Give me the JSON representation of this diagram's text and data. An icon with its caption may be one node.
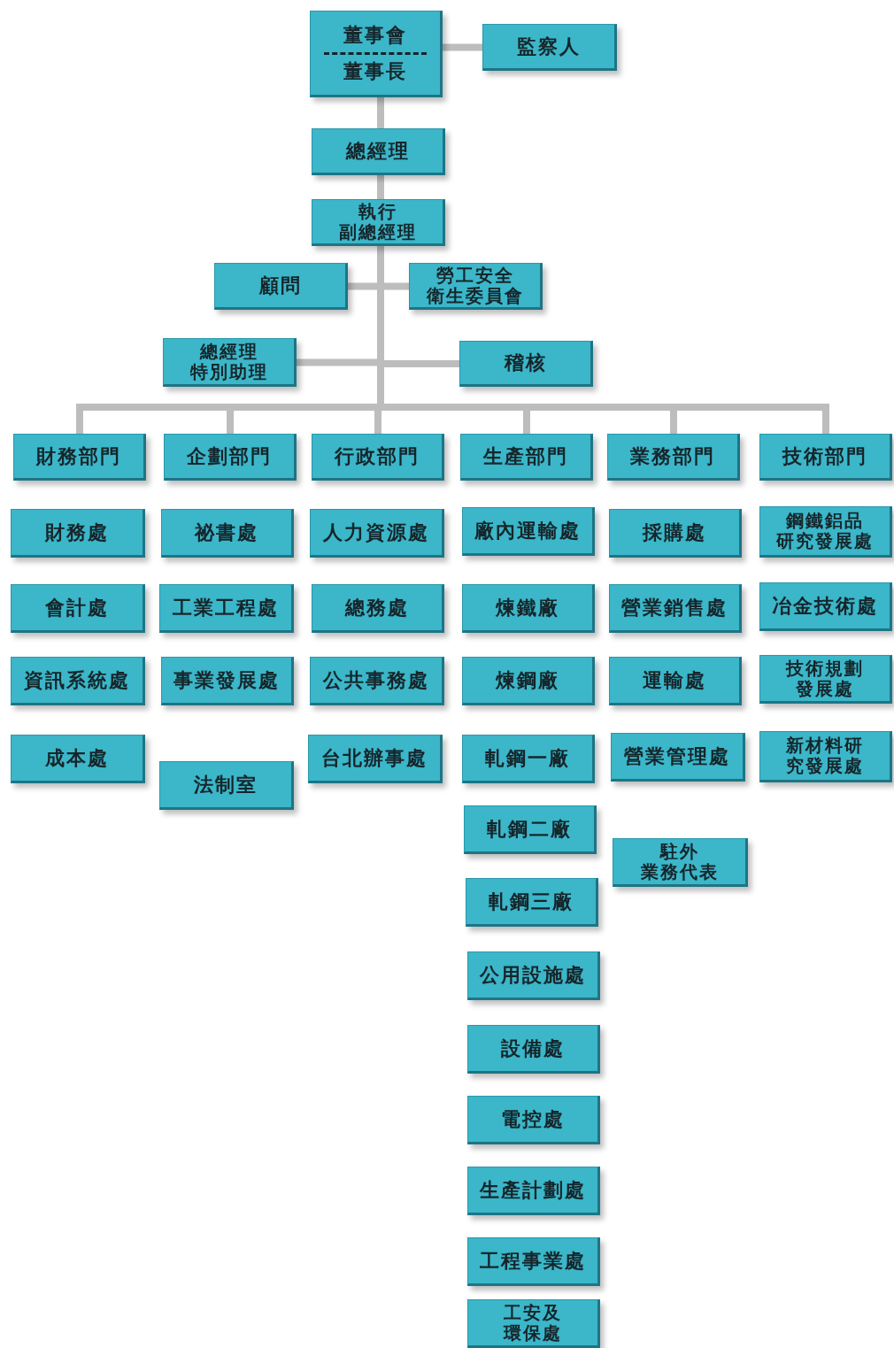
{
  "diagram": {
    "nodes": [
      {
        "text": [
          "董事會",
          "董事長"
        ]
      },
      {
        "text": [
          "監察人"
        ]
      },
      {
        "text": [
          "總經理"
        ]
      },
      {
        "text": [
          "執行副總經理"
        ]
      },
      {
        "text": [
          "顧問"
        ]
      },
      {
        "text": [
          "勞工安全衛生委員會"
        ]
      },
      {
        "text": [
          "總經理特別助理"
        ]
      },
      {
        "text": [
          "稽核"
        ]
      },
      {
        "text": [
          "財務部門"
        ]
      },
      {
        "text": [
          "企劃部門"
        ]
      },
      {
        "text": [
          "行政部門"
        ]
      },
      {
        "text": [
          "生產部門"
        ]
      },
      {
        "text": [
          "業務部門"
        ]
      },
      {
        "text": [
          "技術部門"
        ]
      },
      {
        "text": [
          "財務處"
        ]
      },
      {
        "text": [
          "會計處"
        ]
      },
      {
        "text": [
          "資訊系統處"
        ]
      },
      {
        "text": [
          "成本處"
        ]
      },
      {
        "text": [
          "祕書處"
        ]
      },
      {
        "text": [
          "工業工程處"
        ]
      },
      {
        "text": [
          "事業發展處"
        ]
      },
      {
        "text": [
          "法制室"
        ]
      },
      {
        "text": [
          "人力資源處"
        ]
      },
      {
        "text": [
          "總務處"
        ]
      },
      {
        "text": [
          "公共事務處"
        ]
      },
      {
        "text": [
          "台北辦事處"
        ]
      },
      {
        "text": [
          "廠內運輸處"
        ]
      },
      {
        "text": [
          "煉鐵廠"
        ]
      },
      {
        "text": [
          "煉鋼廠"
        ]
      },
      {
        "text": [
          "軋鋼一廠"
        ]
      },
      {
        "text": [
          "軋鋼二廠"
        ]
      },
      {
        "text": [
          "軋鋼三廠"
        ]
      },
      {
        "text": [
          "公用設施處"
        ]
      },
      {
        "text": [
          "設備處"
        ]
      },
      {
        "text": [
          "電控處"
        ]
      },
      {
        "text": [
          "生產計劃處"
        ]
      },
      {
        "text": [
          "工程事業處"
        ]
      },
      {
        "text": [
          "工安及環保處"
        ]
      },
      {
        "text": [
          "採購處"
        ]
      },
      {
        "text": [
          "營業銷售處"
        ]
      },
      {
        "text": [
          "運輸處"
        ]
      },
      {
        "text": [
          "營業管理處"
        ]
      },
      {
        "text": [
          "駐外業務代表"
        ]
      },
      {
        "text": [
          "鋼鐵鋁品研究發展處"
        ]
      },
      {
        "text": [
          "冶金技術處"
        ]
      },
      {
        "text": [
          "技術規劃發展處"
        ]
      },
      {
        "text": [
          "新材料研究發展處"
        ]
      }
    ],
    "edges": [
      {
        "from": 0,
        "to": 1,
        "arrow": "none"
      },
      {
        "from": 0,
        "to": 2,
        "arrow": "none"
      },
      {
        "from": 2,
        "to": 3,
        "arrow": "none"
      },
      {
        "from": 3,
        "to": 4,
        "arrow": "none"
      },
      {
        "from": 3,
        "to": 5,
        "arrow": "none"
      },
      {
        "from": 3,
        "to": 6,
        "arrow": "none"
      },
      {
        "from": 3,
        "to": 7,
        "arrow": "none"
      },
      {
        "from": 3,
        "to": 8,
        "arrow": "none"
      },
      {
        "from": 3,
        "to": 9,
        "arrow": "none"
      },
      {
        "from": 3,
        "to": 10,
        "arrow": "none"
      },
      {
        "from": 3,
        "to": 11,
        "arrow": "none"
      },
      {
        "from": 3,
        "to": 12,
        "arrow": "none"
      },
      {
        "from": 3,
        "to": 13,
        "arrow": "none"
      }
    ]
  }
}
